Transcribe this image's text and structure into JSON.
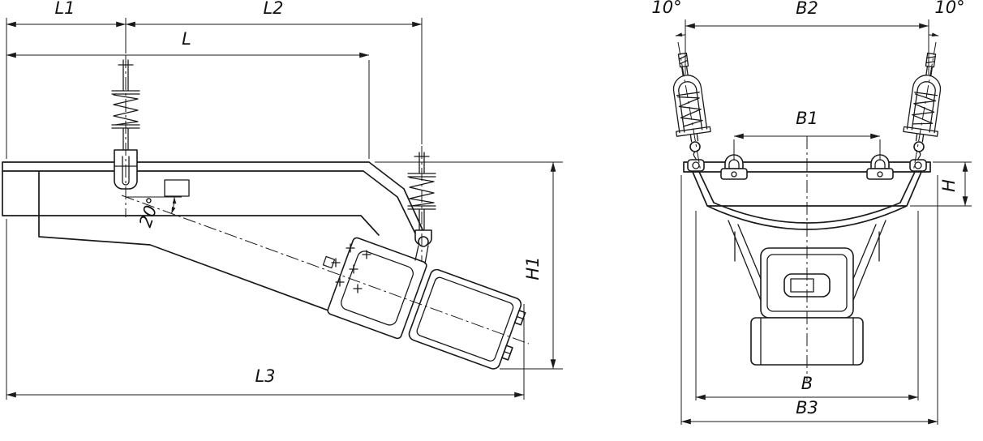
{
  "drawing": {
    "side_view": {
      "dims": {
        "l1": "L1",
        "l2": "L2",
        "l": "L",
        "l3": "L3",
        "h1": "H1"
      },
      "angle": "20°"
    },
    "front_view": {
      "dims": {
        "b1": "B1",
        "b2": "B2",
        "b": "B",
        "b3": "B3",
        "h": "H"
      },
      "angle_left": "10°",
      "angle_right": "10°"
    },
    "colors": {
      "line": "#1a1a1a",
      "background": "#ffffff"
    }
  }
}
